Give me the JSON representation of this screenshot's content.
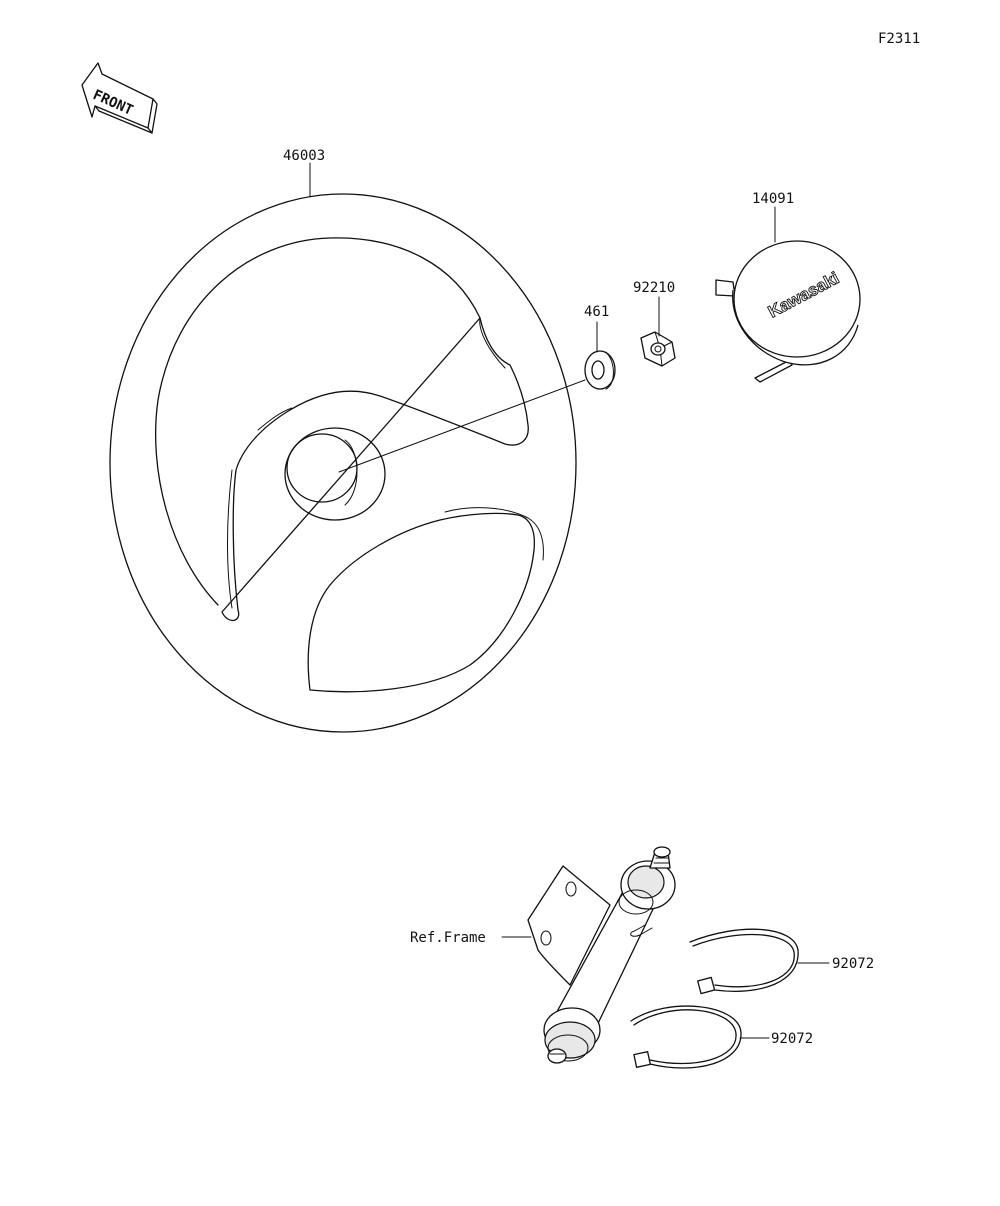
{
  "figure_id": "F2311",
  "front_marker": {
    "text": "FRONT",
    "icon": "front-arrow-icon"
  },
  "parts": {
    "steering_wheel": {
      "number": "46003"
    },
    "horn_pad": {
      "number": "14091",
      "logo_text": "Kawasaki"
    },
    "nut": {
      "number": "92210"
    },
    "washer": {
      "number": "461"
    },
    "band_upper": {
      "number": "92072"
    },
    "band_lower": {
      "number": "92072"
    }
  },
  "reference": {
    "frame_label": "Ref.Frame"
  }
}
